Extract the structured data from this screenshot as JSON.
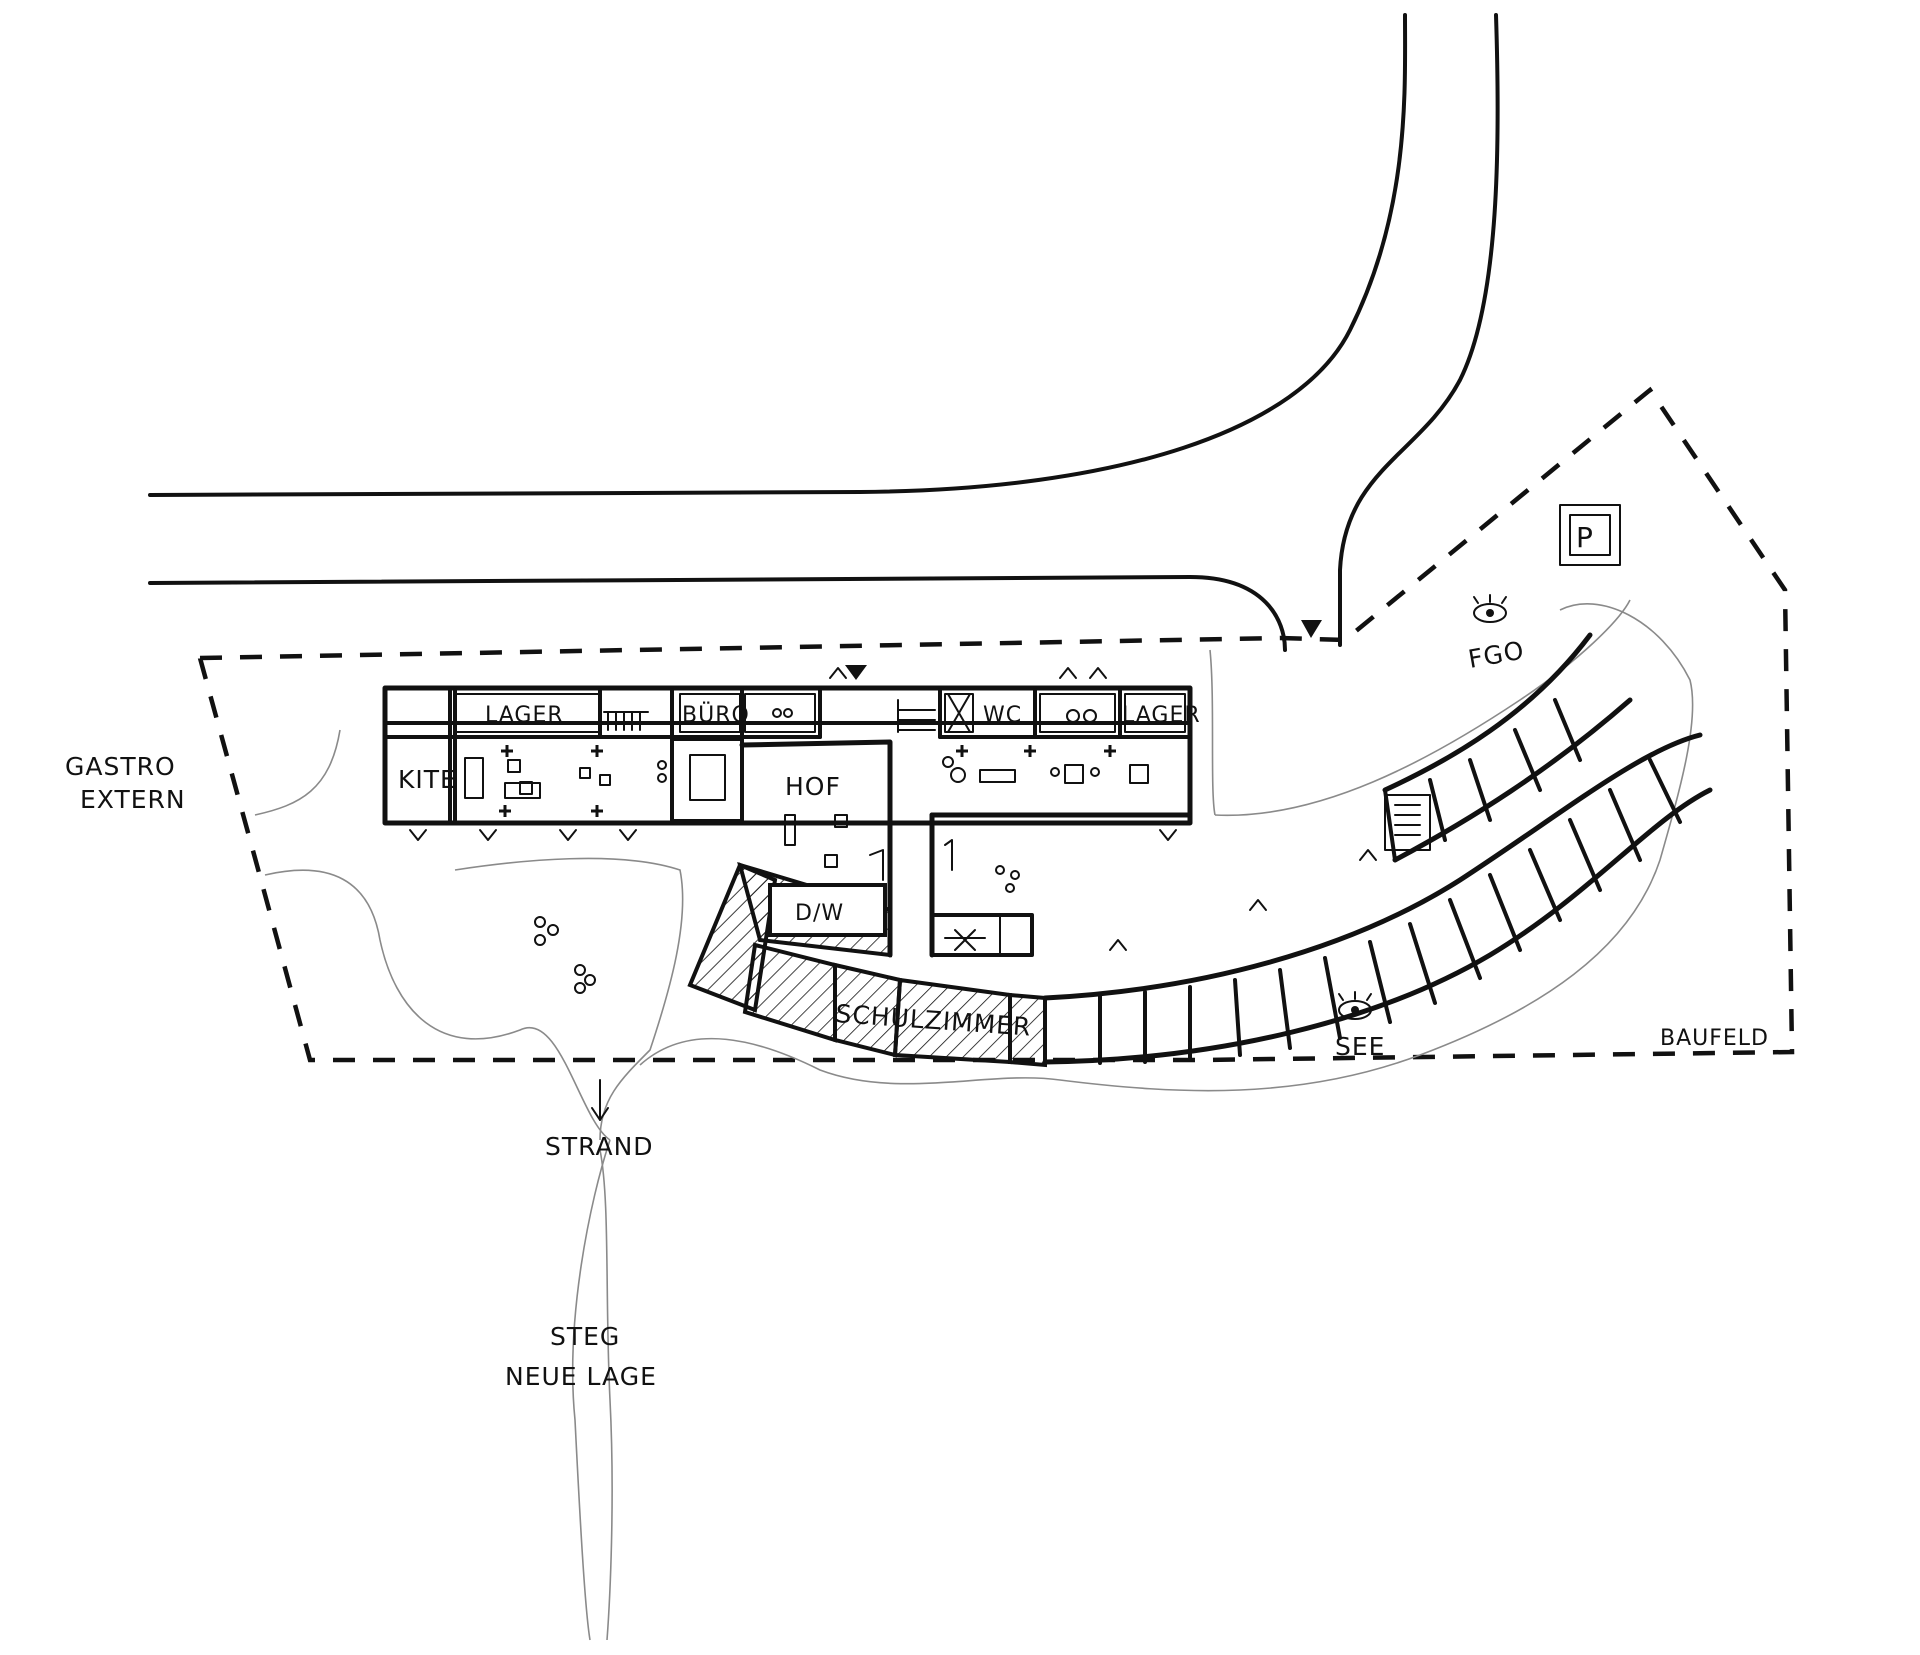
{
  "labels": {
    "lager_1": "LAGER",
    "buro": "BÜRO",
    "wc": "WC",
    "lager_2": "LAGER",
    "kite": "KITE",
    "hof": "HOF",
    "dusche": "D/W",
    "schulzimmer": "SCHULZIMMER",
    "gastro_line1": "GASTRO",
    "gastro_line2": "EXTERN",
    "strand": "STRAND",
    "steg_line1": "STEG",
    "steg_line2": "NEUE LAGE",
    "see": "SEE",
    "fgo": "FGO",
    "baufeld": "BAUFELD",
    "parking": "P"
  }
}
